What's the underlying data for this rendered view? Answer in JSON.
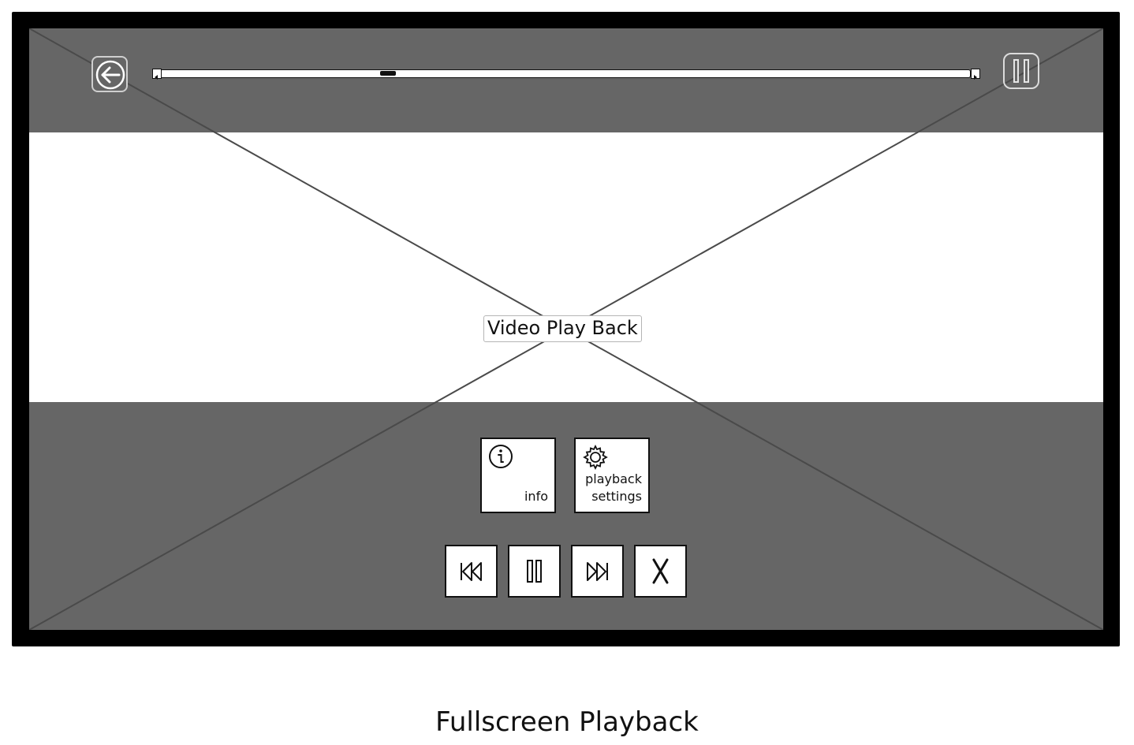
{
  "screen": {
    "placeholder_label": "Video Play Back"
  },
  "top_bar": {
    "back_icon": "arrow-left-icon",
    "pause_icon": "pause-icon",
    "scrubber": {
      "position_fraction": 0.28
    }
  },
  "tiles": [
    {
      "key": "info",
      "icon": "info-icon",
      "label": "info"
    },
    {
      "key": "settings",
      "icon": "gear-icon",
      "label": "playback\nsettings"
    }
  ],
  "controls": [
    {
      "key": "rewind",
      "icon": "rewind-icon"
    },
    {
      "key": "pause",
      "icon": "pause-icon"
    },
    {
      "key": "fast-forward",
      "icon": "fast-forward-icon"
    },
    {
      "key": "close",
      "icon": "close-icon"
    }
  ],
  "caption": "Fullscreen Playback",
  "colors": {
    "overlay_band": "#666666",
    "frame": "#000000",
    "video_area": "#ffffff"
  }
}
